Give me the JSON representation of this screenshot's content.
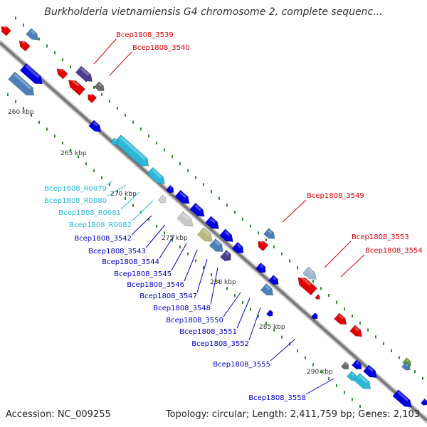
{
  "title": "Burkholderia vietnamiensis G4 chromosome 2, complete sequenc...",
  "footer": {
    "accession": "Accession: NC_009255",
    "topology": "Topology: circular; Length: 2,411,759 bp; Genes: 2,103"
  },
  "colors": {
    "backbone": "#8c8c8c",
    "forward_dots": "#2a8a2a",
    "tick_text": "#333333",
    "label_red": "#e00000",
    "label_blue": "#0000c8",
    "label_cyan": "#29b8d8"
  },
  "ticks": [
    {
      "label": "260 kbp"
    },
    {
      "label": "265 kbp"
    },
    {
      "label": "270 kbp"
    },
    {
      "label": "275 kbp"
    },
    {
      "label": "280 kbp"
    },
    {
      "label": "285 kbp"
    },
    {
      "label": "290 kbp"
    }
  ],
  "gene_labels": [
    {
      "text": "Bcep1808_3539",
      "color": "red"
    },
    {
      "text": "Bcep1808_3540",
      "color": "red"
    },
    {
      "text": "Bcep1808_3549",
      "color": "red"
    },
    {
      "text": "Bcep1808_3553",
      "color": "red"
    },
    {
      "text": "Bcep1808_3554",
      "color": "red"
    },
    {
      "text": "Bcep1808_R0079",
      "color": "cyan"
    },
    {
      "text": "Bcep1808_R0080",
      "color": "cyan"
    },
    {
      "text": "Bcep1808_R0081",
      "color": "cyan"
    },
    {
      "text": "Bcep1808_R0082",
      "color": "cyan"
    },
    {
      "text": "Bcep1808_3542",
      "color": "blue"
    },
    {
      "text": "Bcep1808_3543",
      "color": "blue"
    },
    {
      "text": "Bcep1808_3544",
      "color": "blue"
    },
    {
      "text": "Bcep1808_3545",
      "color": "blue"
    },
    {
      "text": "Bcep1808_3546",
      "color": "blue"
    },
    {
      "text": "Bcep1808_3547",
      "color": "blue"
    },
    {
      "text": "Bcep1808_3548",
      "color": "blue"
    },
    {
      "text": "Bcep1808_3550",
      "color": "blue"
    },
    {
      "text": "Bcep1808_3551",
      "color": "blue"
    },
    {
      "text": "Bcep1808_3552",
      "color": "blue"
    },
    {
      "text": "Bcep1808_3555",
      "color": "blue"
    },
    {
      "text": "Bcep1808_3558",
      "color": "blue"
    }
  ]
}
